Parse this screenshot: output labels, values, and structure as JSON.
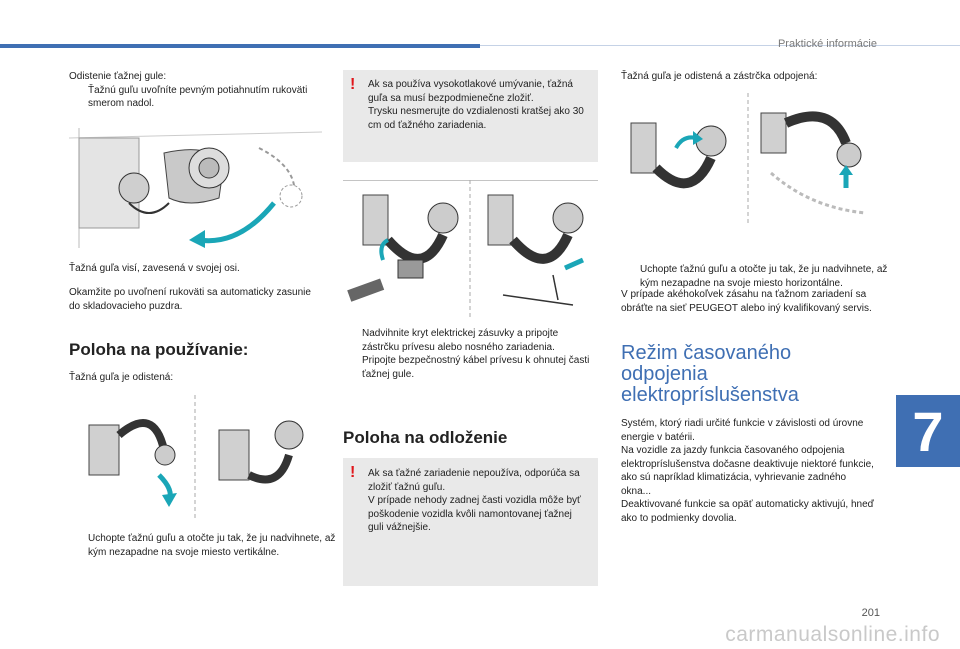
{
  "header": {
    "section": "Praktické informácie",
    "chapter_number": "7",
    "page_number": "201"
  },
  "col1": {
    "intro_line1": "Odistenie ťažnej gule:",
    "bullet1": "Ťažnú guľu uvoľníte pevným potiahnutím rukoväti smerom nadol.",
    "caption1": "Ťažná guľa visí, zavesená v svojej osi.",
    "caption2": "Okamžite po uvoľnení rukoväti sa automaticky zasunie do skladovacieho puzdra.",
    "heading": "Poloha na používanie:",
    "caption3": "Ťažná guľa je odistená:",
    "bullet2": "Uchopte ťažnú guľu a otočte ju tak, že ju nadvihnete, až kým nezapadne na svoje miesto vertikálne."
  },
  "col2": {
    "warning1": "Ak sa používa vysokotlakové umývanie, ťažná guľa sa musí bezpodmienečne zložiť.\nTrysku nesmerujte do vzdialenosti kratšej ako 30 cm od ťažného zariadenia.",
    "bullet1": "Nadvihnite kryt elektrickej zásuvky a pripojte zástrčku prívesu alebo nosného zariadenia.",
    "bullet2": "Pripojte bezpečnostný kábel prívesu k ohnutej časti ťažnej gule.",
    "heading": "Poloha na odloženie",
    "warning2": "Ak sa ťažné zariadenie nepoužíva, odporúča sa zložiť ťažnú guľu.\nV prípade nehody zadnej časti vozidla môže byť poškodenie vozidla kvôli namontovanej ťažnej guli vážnejšie."
  },
  "col3": {
    "caption1": "Ťažná guľa je odistená a zástrčka odpojená:",
    "bullet1": "Uchopte ťažnú guľu a otočte ju tak, že ju nadvihnete, až kým nezapadne na svoje miesto horizontálne.",
    "para1": "V prípade akéhokoľvek zásahu na ťažnom zariadení sa obráťte na sieť PEUGEOT alebo iný kvalifikovaný servis.",
    "heading": "Režim časovaného odpojenia elektropríslušenstva",
    "para2": "Systém, ktorý riadi určité funkcie v závislosti od úrovne energie v batérii.\nNa vozidle za jazdy funkcia časovaného odpojenia elektropríslušenstva dočasne deaktivuje niektoré funkcie, ako sú napríklad klimatizácia, vyhrievanie zadného okna...\nDeaktivované funkcie sa opäť automaticky aktivujú, hneď ako to podmienky dovolia."
  },
  "symbols": {
    "bullet": "",
    "warning": "!"
  },
  "footer": {
    "watermark": "carmanualsonline.info"
  },
  "colors": {
    "accent": "#3f6fb3",
    "warning": "#e0161b",
    "panel": "#e9e9e9",
    "arrow": "#1aa6b7"
  }
}
